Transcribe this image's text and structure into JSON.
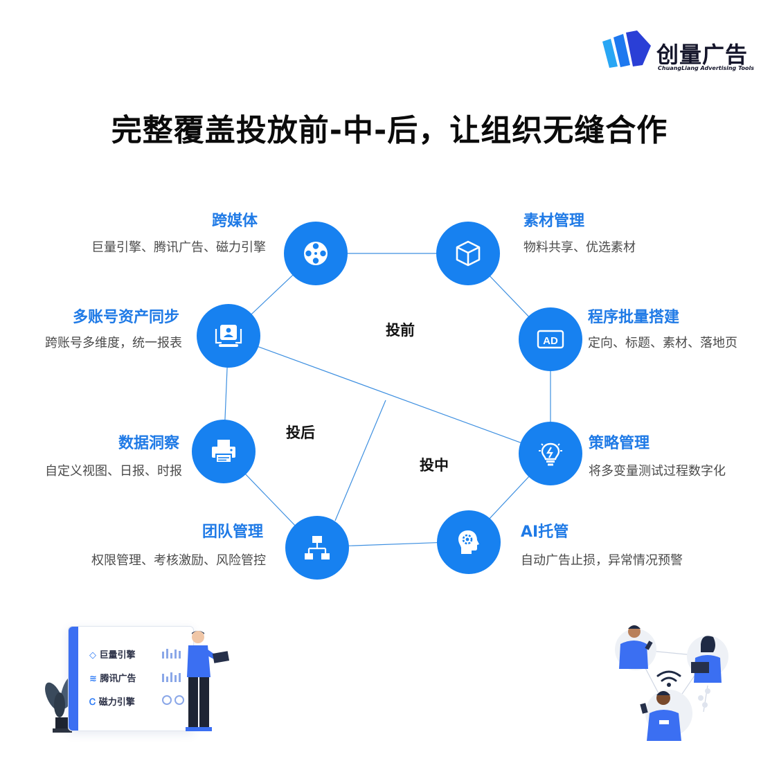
{
  "brand": {
    "name": "创量广告",
    "subtitle": "ChuangLiang Advertising Tools"
  },
  "headline": "完整覆盖投放前-中-后，让组织无缝合作",
  "phases": {
    "before": "投前",
    "during": "投中",
    "after": "投后"
  },
  "nodes": [
    {
      "id": "cross-media",
      "title": "跨媒体",
      "desc": "巨量引擎、腾讯广告、磁力引擎",
      "icon": "film-reel-icon"
    },
    {
      "id": "material",
      "title": "素材管理",
      "desc": "物料共享、优选素材",
      "icon": "cube-icon"
    },
    {
      "id": "multi-account",
      "title": "多账号资产同步",
      "desc": "跨账号多维度，统一报表",
      "icon": "account-sync-icon"
    },
    {
      "id": "batch-build",
      "title": "程序批量搭建",
      "desc": "定向、标题、素材、落地页",
      "icon": "ad-icon"
    },
    {
      "id": "data-insight",
      "title": "数据洞察",
      "desc": "自定义视图、日报、时报",
      "icon": "printer-icon"
    },
    {
      "id": "strategy",
      "title": "策略管理",
      "desc": "将多变量测试过程数字化",
      "icon": "lightbulb-icon"
    },
    {
      "id": "team",
      "title": "团队管理",
      "desc": "权限管理、考核激励、风险管控",
      "icon": "org-chart-icon"
    },
    {
      "id": "ai",
      "title": "AI托管",
      "desc": "自动广告止损，异常情况预警",
      "icon": "ai-head-gear-icon"
    }
  ],
  "illustration": {
    "platforms": [
      "巨量引擎",
      "腾讯广告",
      "磁力引擎"
    ]
  },
  "colors": {
    "accent": "#1781f0",
    "title": "#1f7ae6",
    "line": "#3d8fe0"
  }
}
